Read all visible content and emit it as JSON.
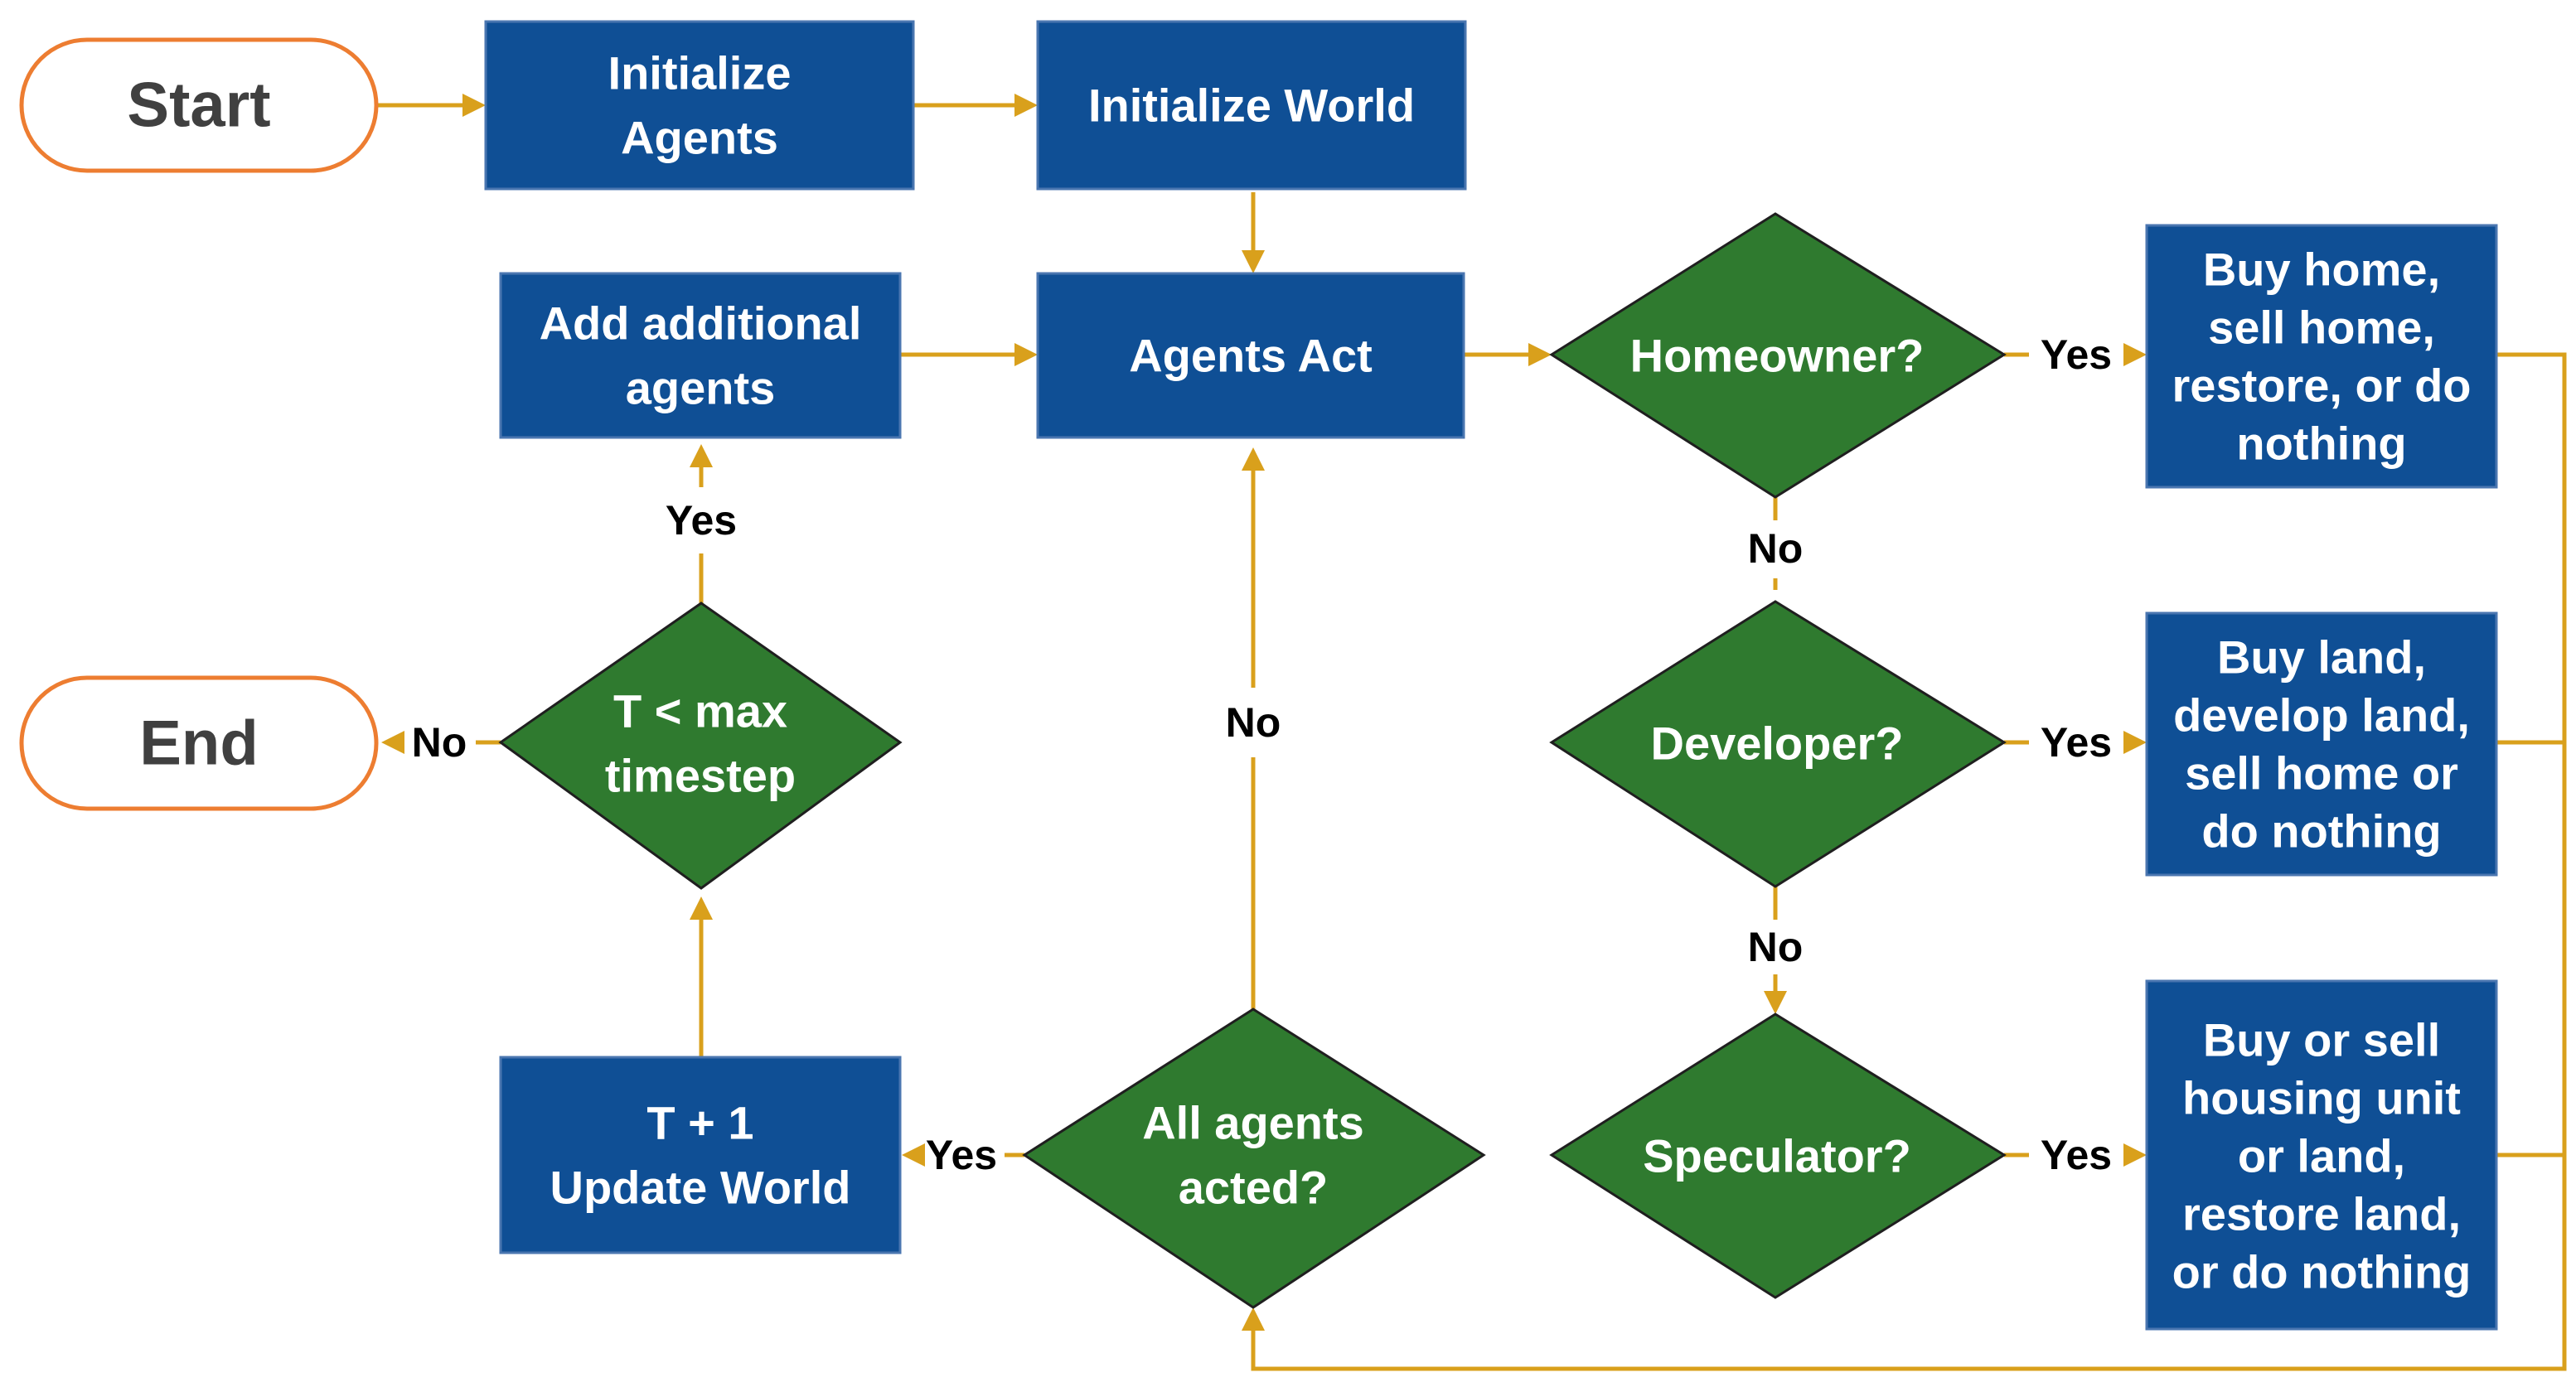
{
  "nodes": {
    "start": "Start",
    "end": "End",
    "init_agents": [
      "Initialize",
      "Agents"
    ],
    "init_world": [
      "Initialize World"
    ],
    "add_agents": [
      "Add additional",
      "agents"
    ],
    "agents_act": [
      "Agents Act"
    ],
    "t_max": [
      "T < max",
      "timestep"
    ],
    "t_plus_one": [
      "T + 1",
      "Update World"
    ],
    "all_acted": [
      "All agents",
      "acted?"
    ],
    "homeowner": [
      "Homeowner?"
    ],
    "developer": [
      "Developer?"
    ],
    "speculator": [
      "Speculator?"
    ],
    "homeowner_action": [
      "Buy home,",
      "sell home,",
      "restore, or do",
      "nothing"
    ],
    "developer_action": [
      "Buy land,",
      "develop land,",
      "sell home or",
      "do nothing"
    ],
    "speculator_action": [
      "Buy or sell",
      "housing unit",
      "or land,",
      "restore land,",
      "or do nothing"
    ]
  },
  "edge_labels": {
    "homeowner_yes": "Yes",
    "homeowner_no": "No",
    "developer_yes": "Yes",
    "developer_no": "No",
    "speculator_yes": "Yes",
    "all_acted_yes": "Yes",
    "all_acted_no": "No",
    "t_max_yes": "Yes",
    "t_max_no": "No"
  },
  "colors": {
    "process_fill": "#0f4f95",
    "decision_fill": "#2f7a2f",
    "terminal_stroke": "#ed7d31",
    "connector": "#d9a01c"
  }
}
